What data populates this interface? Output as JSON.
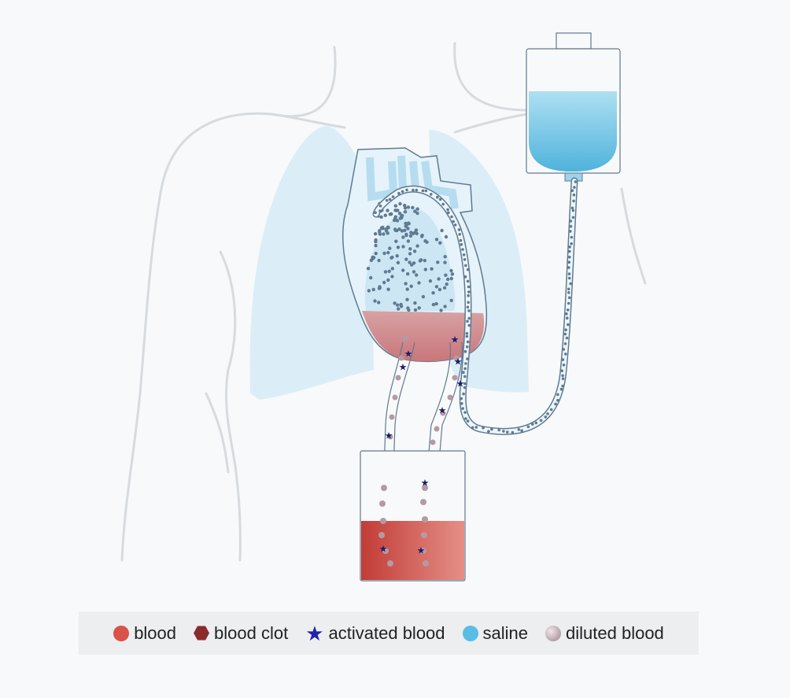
{
  "colors": {
    "background": "#f8f9fa",
    "body_outline": "#d6dbe0",
    "lung": "#dbeef7",
    "heart_fill": "#e4f2fa",
    "heart_blood": "#c86a6e",
    "saline": "#7fc9e6",
    "tube": "#5f7a91",
    "collection_blood": "#c94a45"
  },
  "legend": [
    {
      "label": "blood",
      "icon": "red-circle-icon",
      "color": "#d9534a",
      "shape": "dot"
    },
    {
      "label": "blood clot",
      "icon": "dark-red-hexagon-icon",
      "color": "#8b2a2a",
      "shape": "hex"
    },
    {
      "label": "activated blood",
      "icon": "blue-star-icon",
      "color": "#2222aa",
      "shape": "star"
    },
    {
      "label": "saline",
      "icon": "light-blue-circle-icon",
      "color": "#5bbde4",
      "shape": "dot"
    },
    {
      "label": "diluted blood",
      "icon": "mauve-circle-icon",
      "color": "#b49aa2",
      "shape": "dot"
    }
  ]
}
